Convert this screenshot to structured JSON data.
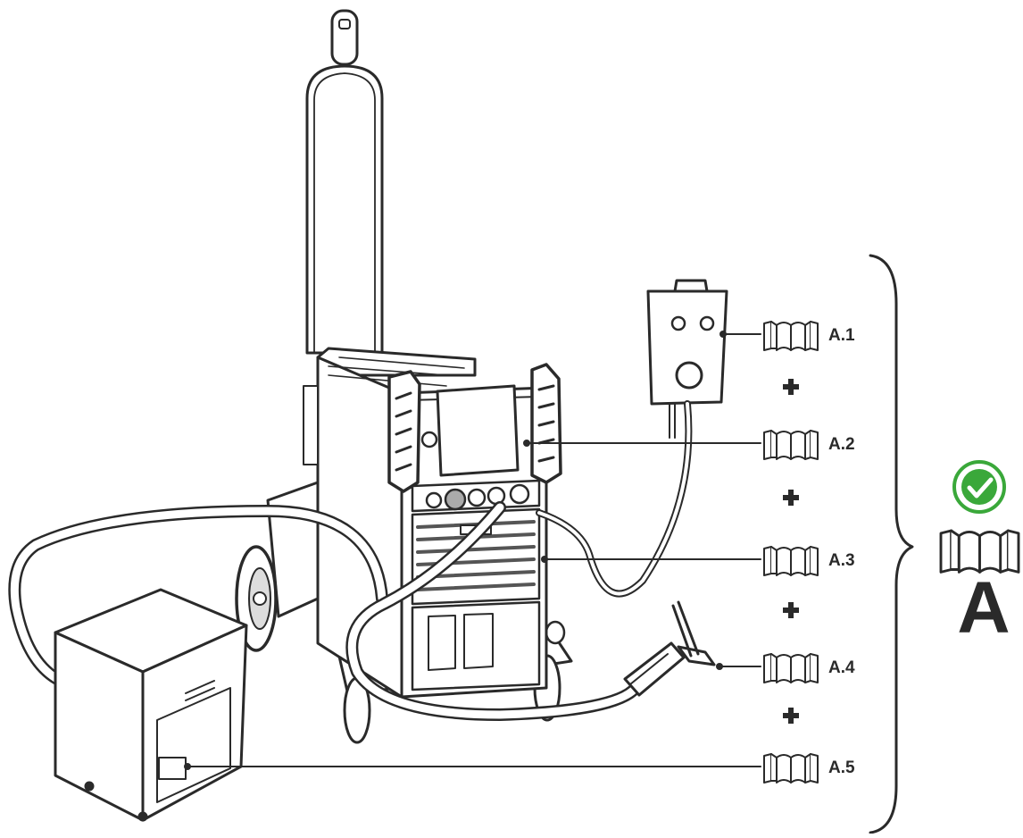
{
  "refs": [
    {
      "id": "a1",
      "label": "A.1"
    },
    {
      "id": "a2",
      "label": "A.2"
    },
    {
      "id": "a3",
      "label": "A.3"
    },
    {
      "id": "a4",
      "label": "A.4"
    },
    {
      "id": "a5",
      "label": "A.5"
    }
  ],
  "combined_label": "A",
  "colors": {
    "line": "#2a2a2a",
    "check": "#3aa83a",
    "check_ring": "#3aa83a"
  },
  "icons": [
    "gas-cylinder",
    "welding-power-source",
    "remote-control",
    "tig-torch",
    "cooling-unit",
    "manual-book-icon",
    "check-icon",
    "plus-icon"
  ]
}
